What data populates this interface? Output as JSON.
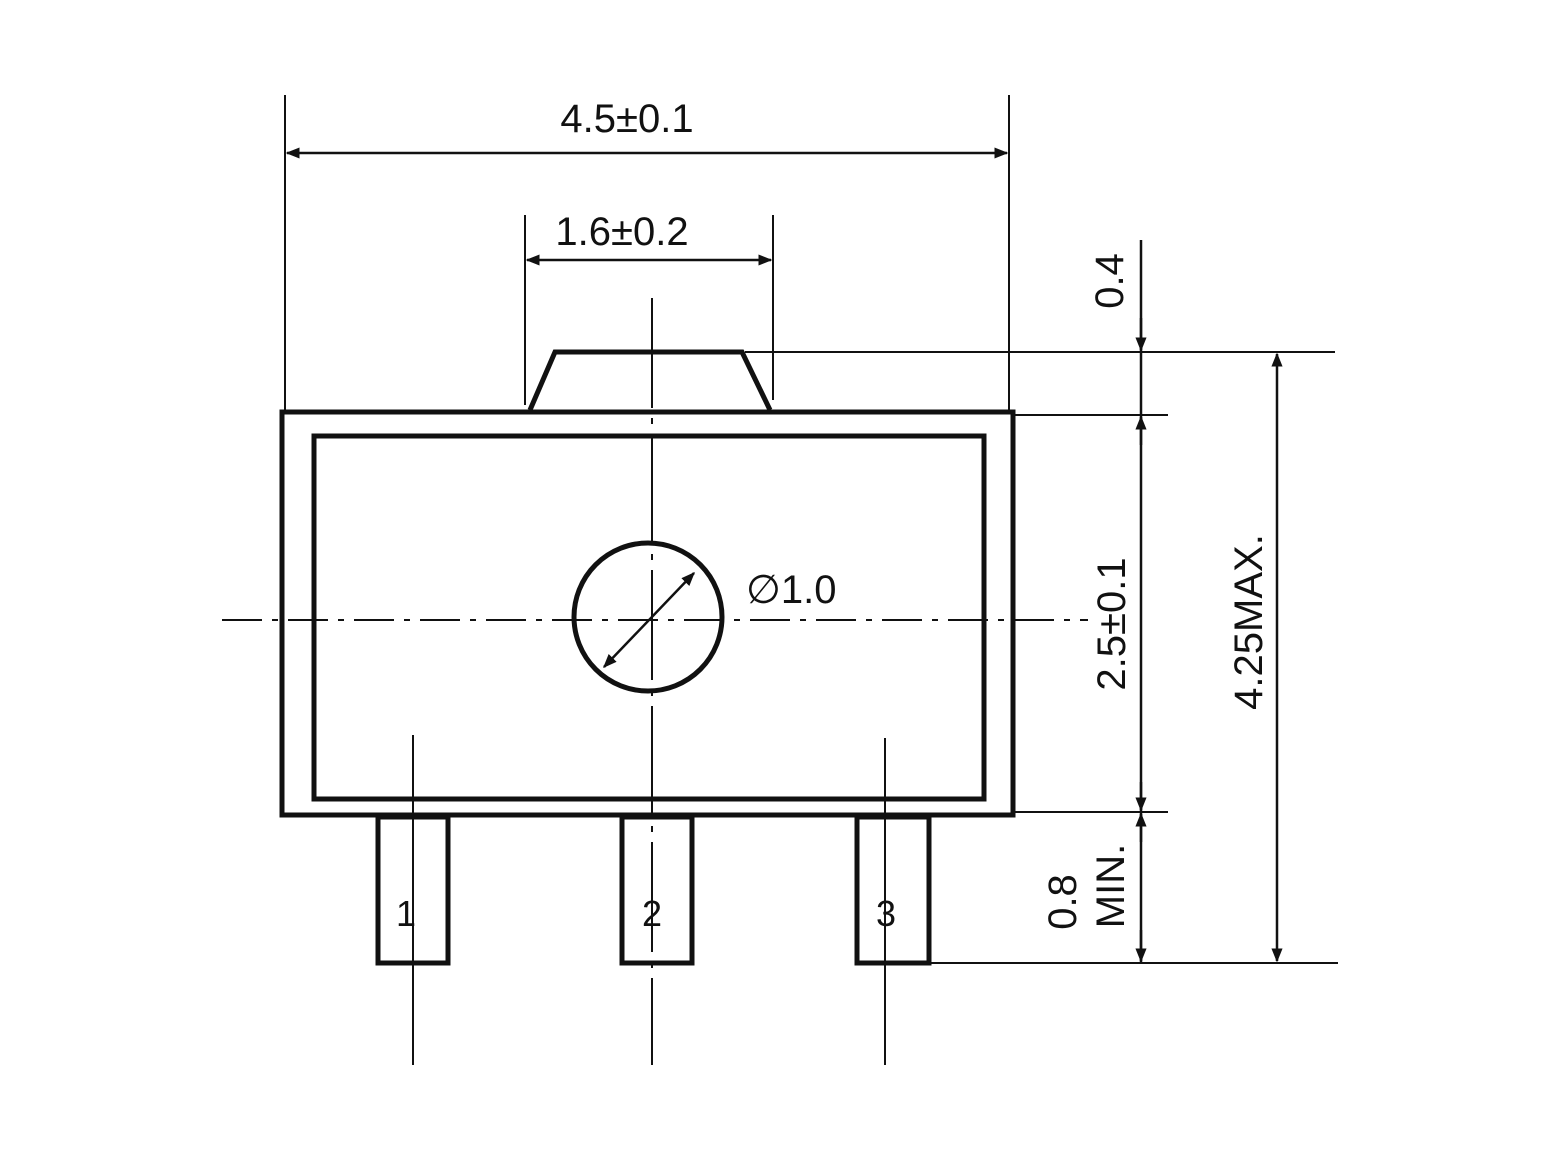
{
  "dimensions": {
    "overall_width": "4.5±0.1",
    "tab_width": "1.6±0.2",
    "hole_diameter": "∅1.0",
    "tab_height": "0.4",
    "body_height": "2.5±0.1",
    "total_height": "4.25MAX.",
    "lead_length_value": "0.8",
    "lead_length_note": "MIN."
  },
  "pins": [
    {
      "label": "1"
    },
    {
      "label": "2"
    },
    {
      "label": "3"
    }
  ],
  "colors": {
    "ink": "#111111",
    "background": "#ffffff"
  }
}
